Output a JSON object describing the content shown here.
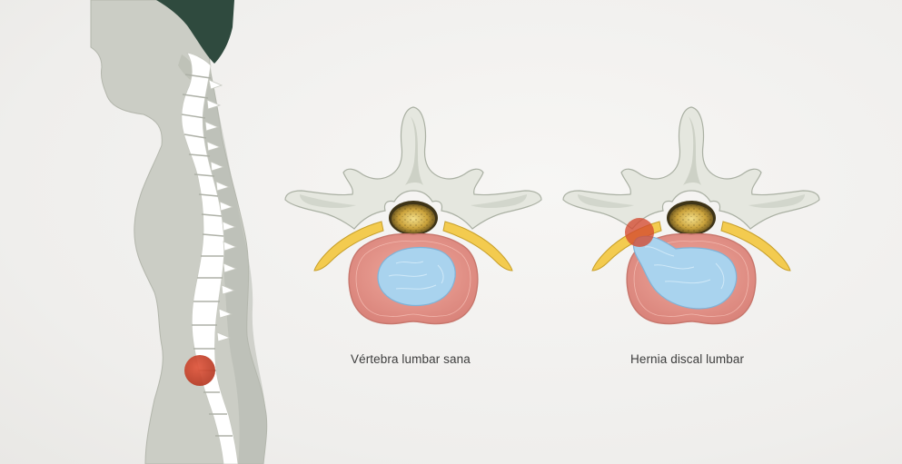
{
  "captions": {
    "healthy": "Vértebra lumbar sana",
    "hernia": "Hernia discal lumbar"
  },
  "colors": {
    "background": "#f1f0ee",
    "body": "#c9cbc3",
    "body_shadow": "#aeb1a7",
    "hair": "#2e4a3d",
    "spine": "#ffffff",
    "bone": "#e4e6de",
    "bone_shade": "#b9beb2",
    "annulus": "#e79a8e",
    "annulus_dark": "#d47f73",
    "nucleus": "#a9d3ee",
    "nerve": "#f2c94c",
    "canal": "#d6a53a",
    "marker": "#c9432b"
  },
  "icons": {
    "human_figure": "human-side-profile",
    "marker": "red-highlight-circle"
  }
}
